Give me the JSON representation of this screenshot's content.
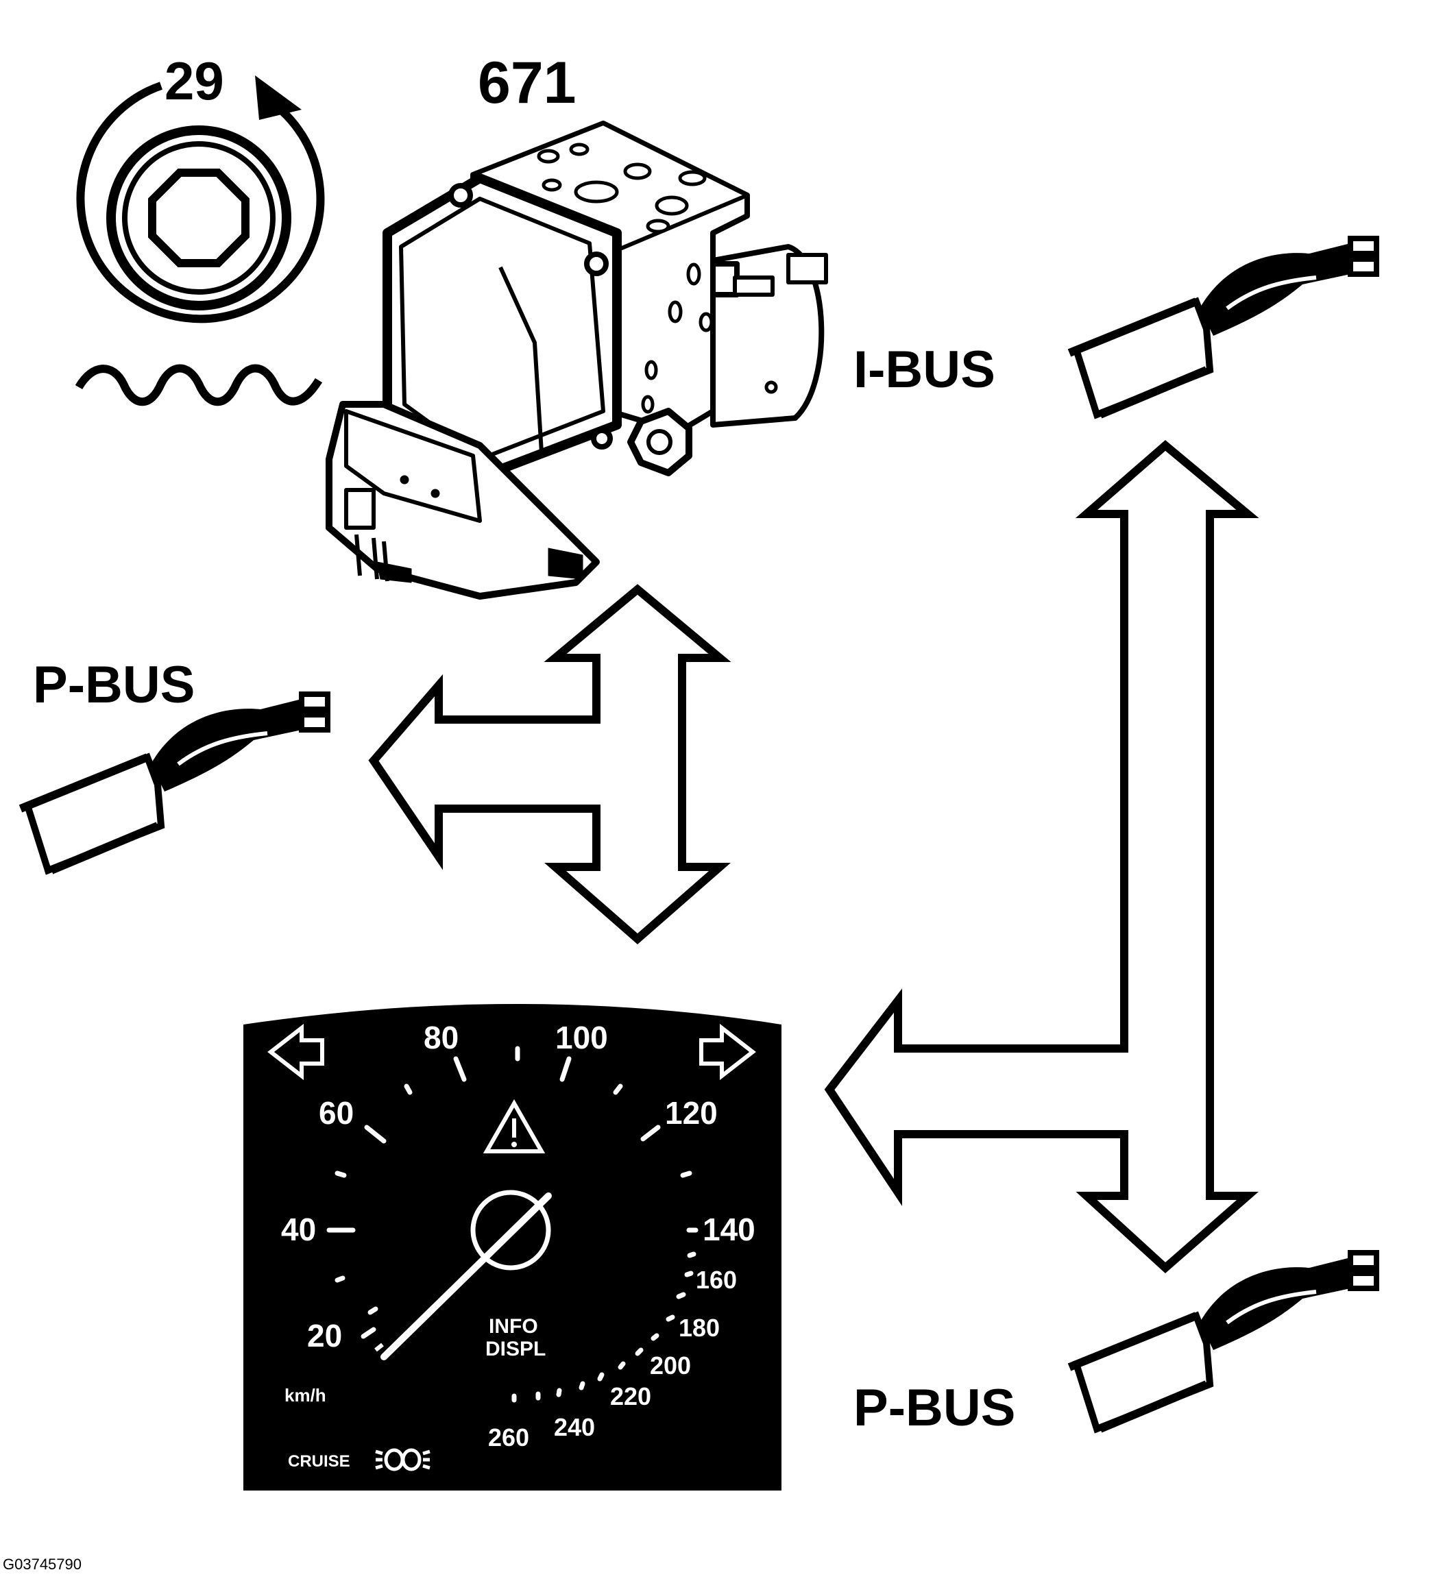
{
  "labels": {
    "wheel_number": "29",
    "module_number": "671",
    "i_bus": "I-BUS",
    "p_bus_left": "P-BUS",
    "p_bus_right": "P-BUS",
    "image_code": "G03745790"
  },
  "speedometer": {
    "speed_labels": [
      "20",
      "40",
      "60",
      "80",
      "100",
      "120",
      "140",
      "160",
      "180",
      "200",
      "220",
      "240",
      "260"
    ],
    "unit": "km/h",
    "info_line1": "INFO",
    "info_line2": "DISPL",
    "cruise": "CRUISE"
  },
  "icons": [
    "rotation-arrow-icon",
    "wheel-sensor-icon",
    "sine-wave-icon",
    "abs-module",
    "connector-icon",
    "double-arrow-icon",
    "turn-signal-left-icon",
    "turn-signal-right-icon",
    "warning-triangle-icon",
    "light-icon"
  ]
}
